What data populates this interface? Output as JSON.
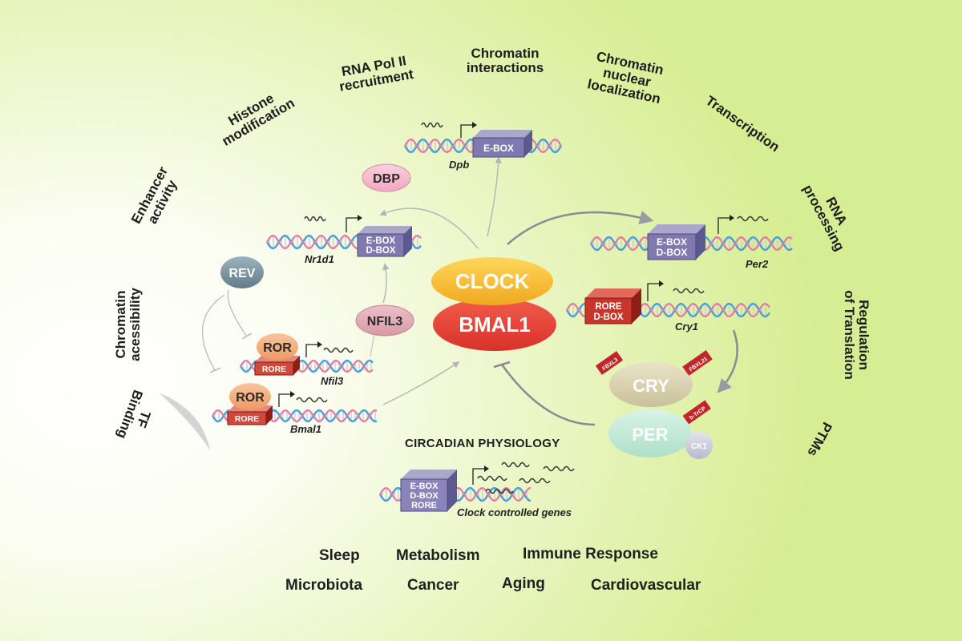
{
  "ring_labels": {
    "tf_binding": "TF\nBinding",
    "chromatin_accessibility": "Chromatin\nacessibility",
    "enhancer_activity": "Enhancer\nactivity",
    "histone_modification": "Histone\nmodification",
    "rna_pol_ii": "RNA Pol II\nrecruitment",
    "chromatin_interactions": "Chromatin\ninteractions",
    "chromatin_nuclear_localization": "Chromatin\nnuclear\nlocalization",
    "transcription": "Transcription",
    "rna_processing": "RNA\nprocessing",
    "regulation_of_translation": "Regulation\nof Translation",
    "ptms": "PTMs"
  },
  "core": {
    "clock": "CLOCK",
    "bmal1": "BMAL1"
  },
  "factors": {
    "dbp": "DBP",
    "rev": "REV",
    "nfil3": "NFIL3",
    "ror1": "ROR",
    "ror2": "ROR",
    "cry": "CRY",
    "per": "PER",
    "ck1": "CK1",
    "fbxl3": "FBXL3",
    "fbxl21": "FBXL21",
    "btrcp": "b-TrCP"
  },
  "genes": {
    "dpb": {
      "name": "Dpb",
      "box": "E-BOX"
    },
    "nr1d1": {
      "name": "Nr1d1",
      "box1": "E-BOX",
      "box2": "D-BOX"
    },
    "per2": {
      "name": "Per2",
      "box1": "E-BOX",
      "box2": "D-BOX"
    },
    "cry1": {
      "name": "Cry1",
      "box1": "RORE",
      "box2": "D-BOX"
    },
    "nfil3": {
      "name": "Nfil3",
      "box": "RORE"
    },
    "bmal1": {
      "name": "Bmal1",
      "box": "RORE"
    },
    "ccg": {
      "name": "Clock controlled genes",
      "box1": "E-BOX",
      "box2": "D-BOX",
      "box3": "RORE"
    }
  },
  "physiology": {
    "title": "CIRCADIAN PHYSIOLOGY",
    "items": [
      "Sleep",
      "Metabolism",
      "Immune Response",
      "Microbiota",
      "Cancer",
      "Aging",
      "Cardiovascular"
    ]
  },
  "colors": {
    "clock": "#f5b731",
    "bmal1": "#e8403a",
    "box_purple": "#7f79b0",
    "box_red": "#c9352a",
    "dna_blue": "#4a9fd8",
    "dna_pink": "#e07aa0"
  }
}
